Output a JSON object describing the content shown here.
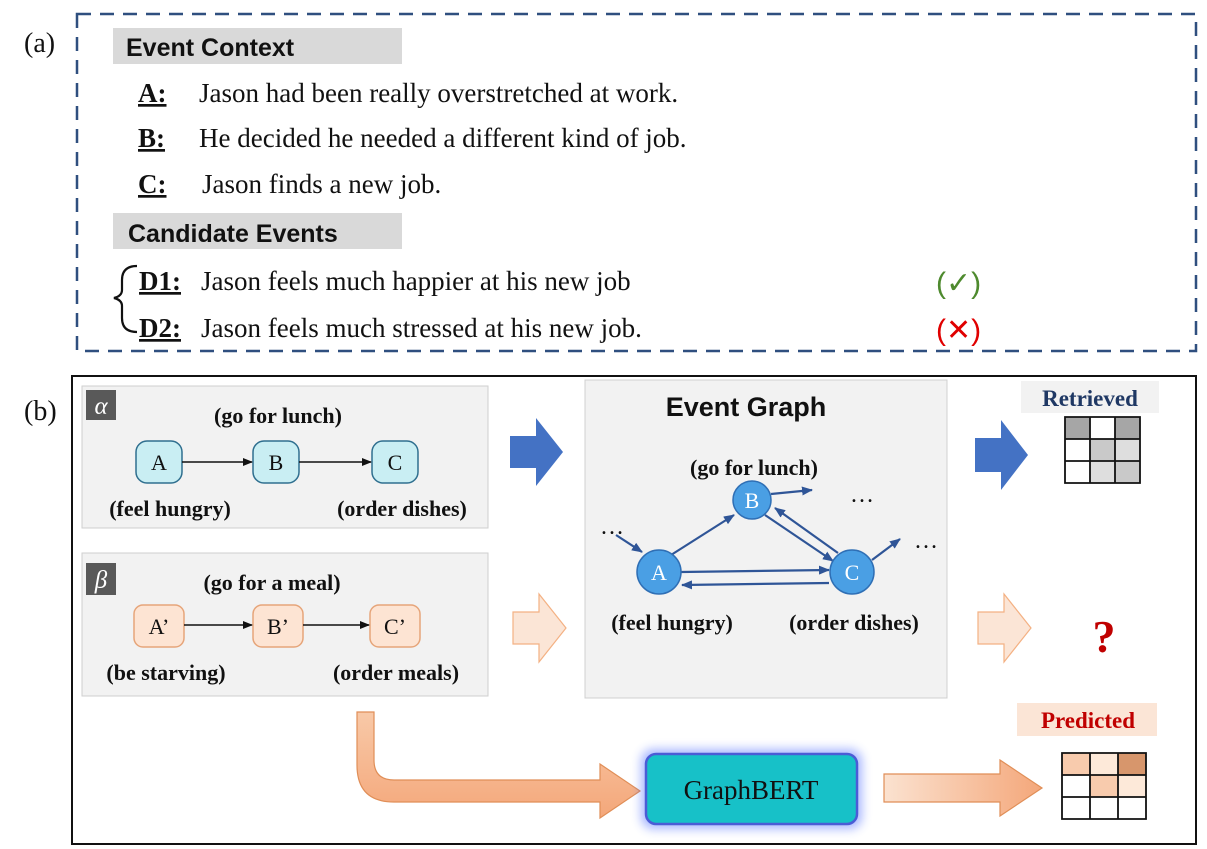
{
  "panel_a": {
    "label": "(a)",
    "context_header": "Event Context",
    "context": [
      {
        "key": "A:",
        "text": "Jason had been really overstretched at work."
      },
      {
        "key": "B:",
        "text": "He decided he needed a different kind of job."
      },
      {
        "key": "C:",
        "text": "Jason finds a new job."
      }
    ],
    "candidates_header": "Candidate Events",
    "candidates": [
      {
        "key": "D1:",
        "text": "Jason feels much happier at his new job",
        "mark": "(✓)",
        "mark_color": "#4e8a2e"
      },
      {
        "key": "D2:",
        "text": "Jason feels much stressed at his new job.",
        "mark": "(✕)",
        "mark_color": "#e00000"
      }
    ]
  },
  "panel_b": {
    "label": "(b)",
    "alpha": {
      "tag": "α",
      "top_label": "(go for lunch)",
      "nodes": [
        "A",
        "B",
        "C"
      ],
      "left_label": "(feel  hungry)",
      "right_label": "(order dishes)"
    },
    "beta": {
      "tag": "β",
      "top_label": "(go for a meal)",
      "nodes": [
        "A’",
        "B’",
        "C’"
      ],
      "left_label": "(be starving)",
      "right_label": "(order  meals)"
    },
    "event_graph": {
      "title": "Event Graph",
      "nodes": [
        "A",
        "B",
        "C"
      ],
      "label_b": "(go for lunch)",
      "label_a": "(feel  hungry)",
      "label_c": "(order dishes)",
      "ellipsis": "…"
    },
    "retrieved_label": "Retrieved",
    "unknown_mark": "?",
    "predicted_label": "Predicted",
    "model_label": "GraphBERT"
  },
  "colors": {
    "dash_border": "#2f4f7f",
    "blue_arrow": "#4472c4",
    "peach_arrow": "#f7caac",
    "graph_node": "#4a9fe4",
    "graphbert": "#17c1c8",
    "retrieved_text": "#1f3864",
    "predicted_text": "#c00000"
  }
}
